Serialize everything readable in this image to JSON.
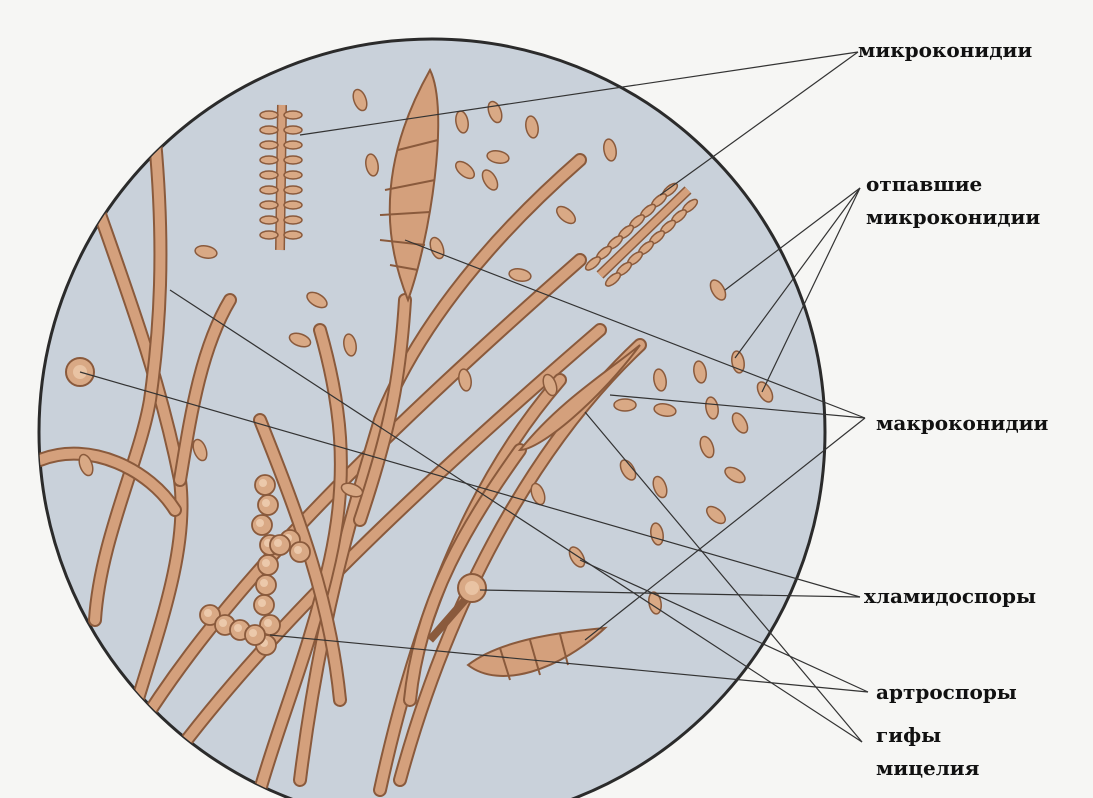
{
  "labels": {
    "microconidia": "микроконидии",
    "fallen_line1": "отпавшие",
    "fallen_line2": "микроконидии",
    "macroconidia": "макроконидии",
    "chlamydospores": "хламидоспоры",
    "arthrospores": "артроспоры",
    "hyphae_line1": "гифы",
    "hyphae_line2": "мицелия"
  },
  "colors": {
    "field": "#c9d1da",
    "rim": "#2b2b2b",
    "hypha_fill": "#d4a07c",
    "hypha_edge": "#8a5a3c",
    "spore_fill": "#d9a985",
    "leader": "#333333"
  }
}
